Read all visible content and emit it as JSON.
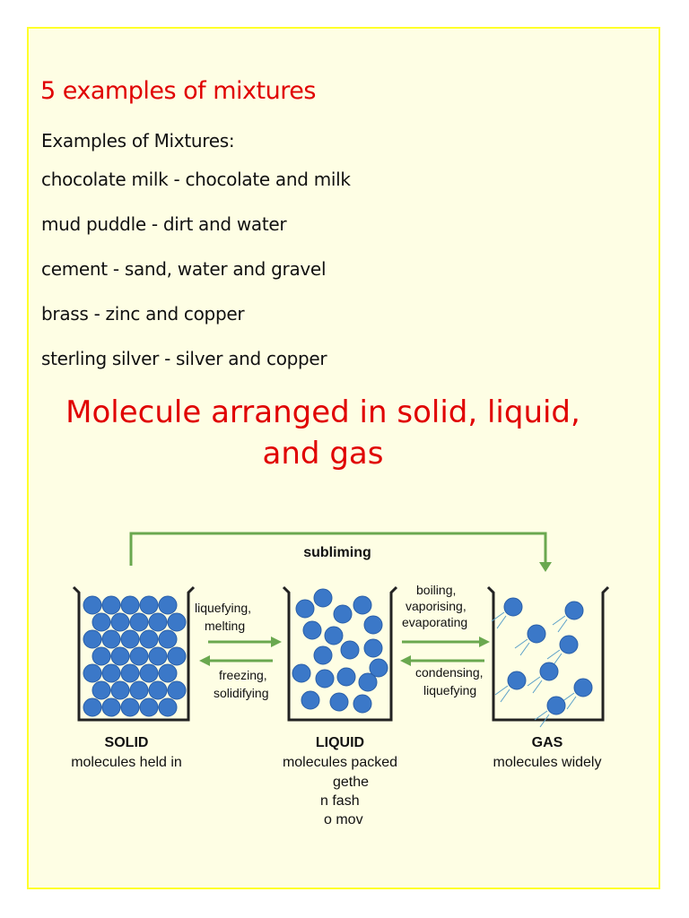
{
  "heading": "5 examples of mixtures",
  "intro": "Examples of Mixtures:",
  "examples": [
    "chocolate milk - chocolate and milk",
    "mud puddle - dirt and water",
    "cement - sand, water and gravel",
    "brass - zinc and copper",
    "sterling silver - silver and copper"
  ],
  "section_title": {
    "line1": "Molecule arranged in solid, liquid,",
    "line2": "and gas"
  },
  "diagram": {
    "top_label": "subliming",
    "solid_to_liquid": [
      "liquefying,",
      "melting"
    ],
    "liquid_to_solid": [
      "freezing,",
      "solidifying"
    ],
    "liquid_to_gas": [
      "boiling,",
      "vaporising,",
      "evaporating"
    ],
    "gas_to_liquid": [
      "condensing,",
      "liquefying"
    ],
    "solid": {
      "name": "SOLID",
      "desc": "molecules held in"
    },
    "liquid": {
      "name": "LIQUID",
      "desc": "molecules packed",
      "frag": [
        "gethe",
        "n fash",
        "o mov"
      ]
    },
    "gas": {
      "name": "GAS",
      "desc": "molecules widely"
    }
  },
  "colors": {
    "frame": "#ffff2a",
    "title_red": "#e00000",
    "molecule_blue": "#3b78c8",
    "arrow_green": "#6aa84f"
  }
}
